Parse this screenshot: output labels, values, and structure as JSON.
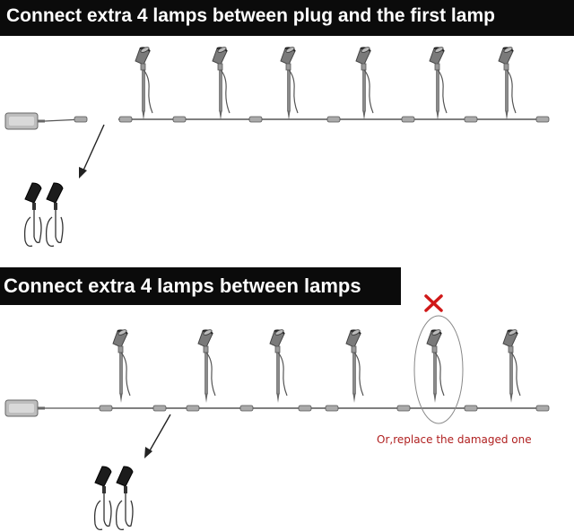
{
  "headers": {
    "top": "Connect extra 4 lamps between plug and the first lamp",
    "bottom": "Connect extra 4 lamps between lamps"
  },
  "annotation": {
    "replace_note": "Or,replace the damaged one",
    "color": "#b02020"
  },
  "icons": {
    "lamp": "spotlight-lamp-icon",
    "plug": "power-adapter-icon",
    "remove_mark": "red-x-icon",
    "arrow": "diagonal-arrow-icon"
  },
  "colors": {
    "banner_bg": "#0b0b0b",
    "banner_text": "#ffffff",
    "line": "#555555",
    "remove_mark": "#d01818"
  }
}
